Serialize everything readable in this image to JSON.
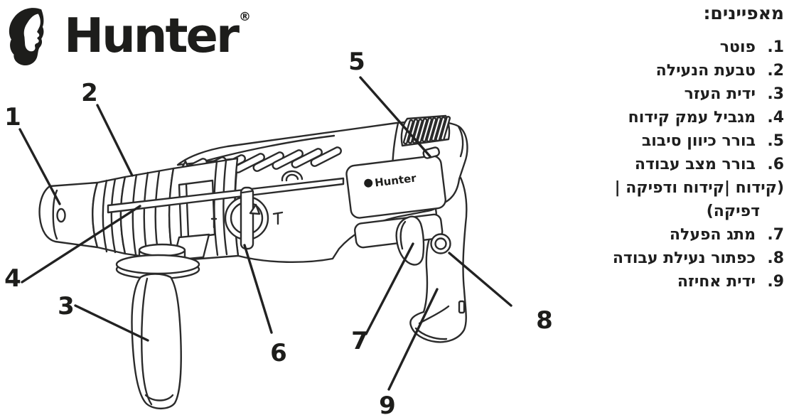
{
  "brand": {
    "logo_text": "Hunter",
    "registered": "®"
  },
  "figure": {
    "device": "rotary-hammer-drill",
    "device_label_text": "Hunter",
    "callouts": [
      {
        "n": "1"
      },
      {
        "n": "2"
      },
      {
        "n": "3"
      },
      {
        "n": "4"
      },
      {
        "n": "5"
      },
      {
        "n": "6"
      },
      {
        "n": "7"
      },
      {
        "n": "8"
      },
      {
        "n": "9"
      }
    ]
  },
  "legend": {
    "title": "מאפיינים:",
    "items": [
      {
        "num": "1.",
        "label": "פוטר"
      },
      {
        "num": "2.",
        "label": "טבעת הנעילה"
      },
      {
        "num": "3.",
        "label": "ידית העזר"
      },
      {
        "num": "4.",
        "label": "מגביל עמק קידוח"
      },
      {
        "num": "5.",
        "label": "בורר כיוון סיבוב"
      },
      {
        "num": "6.",
        "label": "בורר מצב עבודה"
      },
      {
        "num": "",
        "label": "(קידוח |קידוח ודפיקה |"
      },
      {
        "num": "",
        "label": "דפיקה)"
      },
      {
        "num": "7.",
        "label": "מתג הפעלה"
      },
      {
        "num": "8.",
        "label": "כפתור נעילת עבודה"
      },
      {
        "num": "9.",
        "label": "ידית אחיזה"
      }
    ]
  },
  "colors": {
    "ink": "#262626",
    "background": "#ffffff"
  }
}
